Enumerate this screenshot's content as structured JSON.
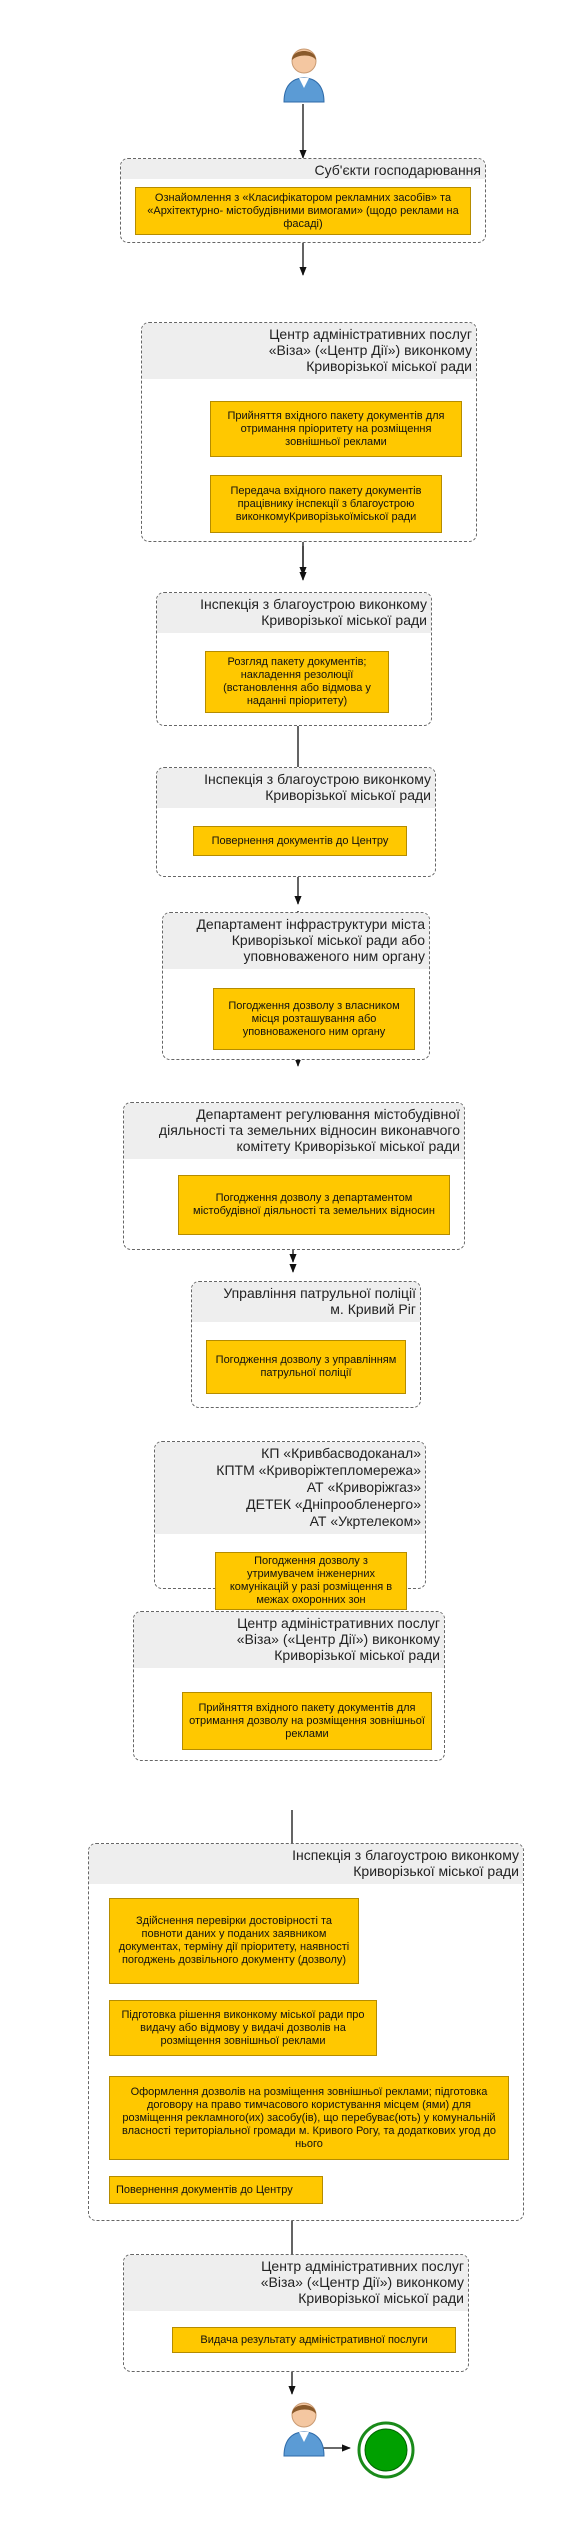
{
  "actor_top": {
    "icon": "user-icon"
  },
  "lanes": [
    {
      "title": [
        "Суб'єкти господарювання"
      ],
      "activities": [
        [
          "Ознайомлення з «Класифікатором рекламних засобів» та «Архітектурно- містобудівними вимогами» (щодо реклами на фасаді)"
        ]
      ]
    },
    {
      "title": [
        "Центр адміністративних послуг",
        "«Віза» («Центр Дії») виконкому",
        "Криворізької міської ради"
      ],
      "activities": [
        [
          "Прийняття вхідного пакету документів для отримання пріоритету на розміщення зовнішньої реклами"
        ],
        [
          "Передача вхідного пакету документів працівнику інспекції з благоустрою виконкомуКриворізькоїміської ради"
        ]
      ]
    },
    {
      "title": [
        "Інспекція з благоустрою виконкому",
        "Криворізької міської ради"
      ],
      "activities": [
        [
          "Розгляд пакету документів; накладення резолюції (встановлення або відмова у наданні пріоритету)"
        ]
      ]
    },
    {
      "title": [
        "Інспекція з благоустрою виконкому",
        "Криворізької міської ради"
      ],
      "activities": [
        [
          "Повернення документів до Центру"
        ]
      ]
    },
    {
      "title": [
        "Департамент інфраструктури міста",
        "Криворізької міської ради або",
        "уповноваженого ним органу"
      ],
      "activities": [
        [
          "Погодження дозволу з власником місця розташування або уповноваженого ним органу"
        ]
      ]
    },
    {
      "title": [
        "Департамент регулювання містобудівної",
        "діяльності та земельних відносин виконавчого",
        "комітету Криворізької міської ради"
      ],
      "activities": [
        [
          "Погодження дозволу з департаментом містобудівної діяльності та земельних відносин"
        ]
      ]
    },
    {
      "title": [
        "Управління патрульної поліції",
        "м. Кривий Ріг"
      ],
      "activities": [
        [
          "Погодження дозволу з управлінням патрульної поліції"
        ]
      ]
    },
    {
      "title": [
        "КП «Кривбасводоканал»",
        "КПТМ «Криворіжтепломережа»",
        "АТ «Криворіжгаз»",
        "ДЕТЕК «Дніпрообленерго»",
        "АТ «Укртелеком»"
      ],
      "activities": [
        [
          "Погодження дозволу з утримувачем інженерних комунікацій у разі розміщення в межах охоронних зон"
        ]
      ]
    },
    {
      "title": [
        "Центр адміністративних послуг",
        "«Віза» («Центр Дії») виконкому",
        "Криворізької міської ради"
      ],
      "activities": [
        [
          "Прийняття вхідного пакету документів для отримання дозволу на розміщення зовнішньої реклами"
        ]
      ]
    },
    {
      "title": [
        "Інспекція з благоустрою виконкому",
        "Криворізької міської ради"
      ],
      "activities": [
        [
          "Здійснення перевірки достовірності та повноти даних у поданих заявником документах, терміну дії пріоритету, наявності погоджень дозвільного документу (дозволу)"
        ],
        [
          "Підготовка рішення виконкому міської ради про видачу або відмову у видачі дозволів на розміщення зовнішньої реклами"
        ],
        [
          "Оформлення дозволів на розміщення зовнішньої реклами; підготовка договору на право тимчасового користування місцем (ями) для розміщення рекламного(их) засобу(ів), що перебуває(ють) у комунальній власності територіальної громади м. Кривого Рогу, та додаткових угод до нього"
        ],
        [
          "Повернення документів до Центру"
        ]
      ]
    },
    {
      "title": [
        "Центр адміністративних послуг",
        "«Віза» («Центр Дії») виконкому",
        "Криворізької міської ради"
      ],
      "activities": [
        [
          "Видача результату адміністративної послуги"
        ]
      ]
    }
  ],
  "actor_bottom": {
    "icon": "user-icon"
  },
  "end_event": {
    "icon": "end-circle-icon",
    "color": "#00a000"
  }
}
